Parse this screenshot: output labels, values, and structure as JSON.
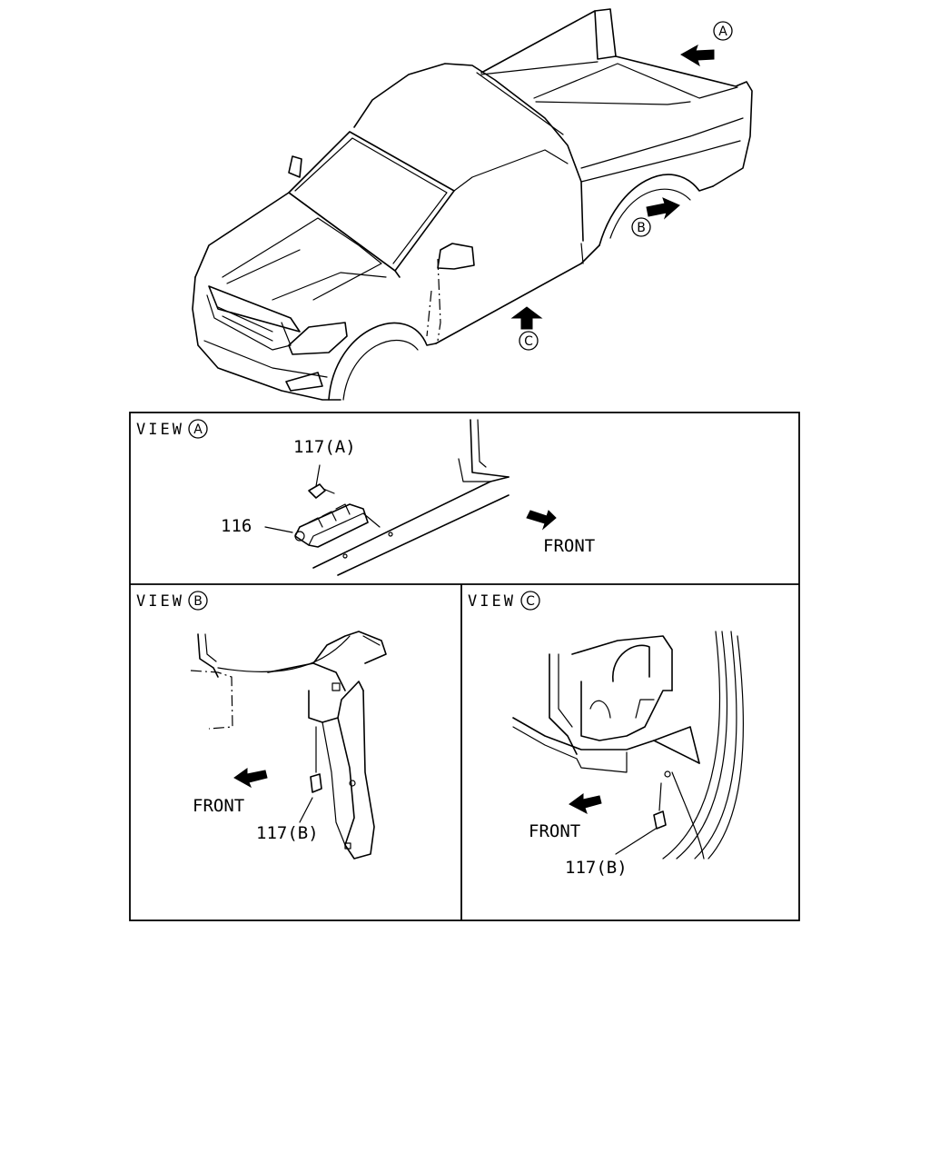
{
  "callouts": {
    "view_a": "A",
    "view_b": "B",
    "view_c": "C"
  },
  "panels": {
    "view_a": {
      "title": "VIEW",
      "letter": "A",
      "part_117": "117(A)",
      "part_116": "116",
      "front": "FRONT"
    },
    "view_b": {
      "title": "VIEW",
      "letter": "B",
      "front": "FRONT",
      "part_117": "117(B)"
    },
    "view_c": {
      "title": "VIEW",
      "letter": "C",
      "front": "FRONT",
      "part_117": "117(B)"
    }
  },
  "icons": [
    "view-direction-arrow-icon",
    "front-arrow-icon",
    "circled-letter-icon"
  ]
}
